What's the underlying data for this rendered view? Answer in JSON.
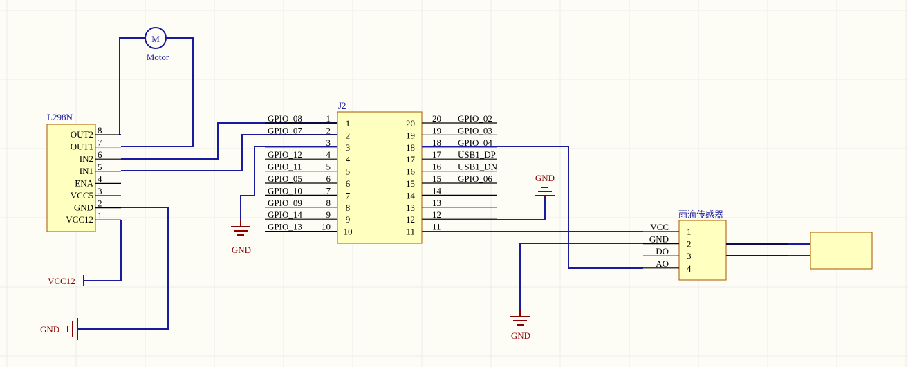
{
  "colors": {
    "background": "#fdfdf5",
    "grid": "#ececec",
    "wire": "#1a1aa0",
    "pin": "#000000",
    "component_fill": "#ffffc0",
    "component_border": "#aa5500",
    "power_symbol": "#8b0000",
    "designator": "#1a1aa0"
  },
  "motor": {
    "symbol": "M",
    "label": "Motor"
  },
  "l298n": {
    "designator": "L298N",
    "pins": [
      {
        "name": "OUT2",
        "num": "8"
      },
      {
        "name": "OUT1",
        "num": "7"
      },
      {
        "name": "IN2",
        "num": "6"
      },
      {
        "name": "IN1",
        "num": "5"
      },
      {
        "name": "ENA",
        "num": "4"
      },
      {
        "name": "VCC5",
        "num": "3"
      },
      {
        "name": "GND",
        "num": "2"
      },
      {
        "name": "VCC12",
        "num": "1"
      }
    ]
  },
  "power": {
    "vcc12": "VCC12",
    "gnd_left": "GND",
    "gnd_j2_left": "GND",
    "gnd_j2_right": "GND",
    "gnd_bottom": "GND"
  },
  "j2": {
    "designator": "J2",
    "left_pins": [
      {
        "num": "1",
        "net": "GPIO_08"
      },
      {
        "num": "2",
        "net": "GPIO_07"
      },
      {
        "num": "3",
        "net": ""
      },
      {
        "num": "4",
        "net": "GPIO_12"
      },
      {
        "num": "5",
        "net": "GPIO_11"
      },
      {
        "num": "6",
        "net": "GPIO_05"
      },
      {
        "num": "7",
        "net": "GPIO_10"
      },
      {
        "num": "8",
        "net": "GPIO_09"
      },
      {
        "num": "9",
        "net": "GPIO_14"
      },
      {
        "num": "10",
        "net": "GPIO_13"
      }
    ],
    "right_pins": [
      {
        "num": "20",
        "net": "GPIO_02"
      },
      {
        "num": "19",
        "net": "GPIO_03"
      },
      {
        "num": "18",
        "net": "GPIO_04"
      },
      {
        "num": "17",
        "net": "USB1_DP"
      },
      {
        "num": "16",
        "net": "USB1_DN"
      },
      {
        "num": "15",
        "net": "GPIO_06"
      },
      {
        "num": "14",
        "net": ""
      },
      {
        "num": "13",
        "net": ""
      },
      {
        "num": "12",
        "net": ""
      },
      {
        "num": "11",
        "net": ""
      }
    ]
  },
  "rain_sensor": {
    "designator": "雨滴传感器",
    "pins": [
      {
        "name": "VCC",
        "num": "1"
      },
      {
        "name": "GND",
        "num": "2"
      },
      {
        "name": "DO",
        "num": "3"
      },
      {
        "name": "AO",
        "num": "4"
      }
    ]
  }
}
